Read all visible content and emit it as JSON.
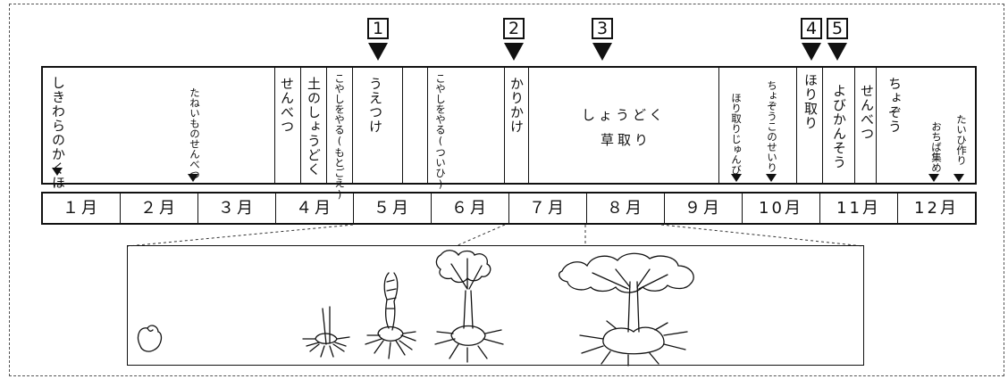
{
  "markers": [
    "1",
    "2",
    "3",
    "4",
    "5"
  ],
  "tasks": {
    "shikiwara": "しきわらのかくほ",
    "taneimo_sort": "たねいものせんべつ",
    "senbetsu_1": "せんべつ",
    "tsuchi_shodoku": "土のしょうどく",
    "koyashi_motogoe": "こやしをやる(もとごえ)",
    "uetsuke": "うえつけ",
    "koyashi_tsuihi": "こやしをやる(ついひ)",
    "karikake": "かりかけ",
    "shodoku": "しょうどく",
    "kusatori": "草取り",
    "horitori_junbi": "ほり取りじゅんび",
    "chozoko_seiri": "ちょぞうこのせいり",
    "horitori": "ほり取り",
    "yobikanso": "よびかんそう",
    "senbetsu_2": "せんべつ",
    "chozo": "ちょぞう",
    "ochiba": "おちば集め",
    "taihi": "たいひ作り"
  },
  "months": [
    "１月",
    "２月",
    "３月",
    "４月",
    "５月",
    "６月",
    "７月",
    "８月",
    "９月",
    "10月",
    "11月",
    "12月"
  ]
}
